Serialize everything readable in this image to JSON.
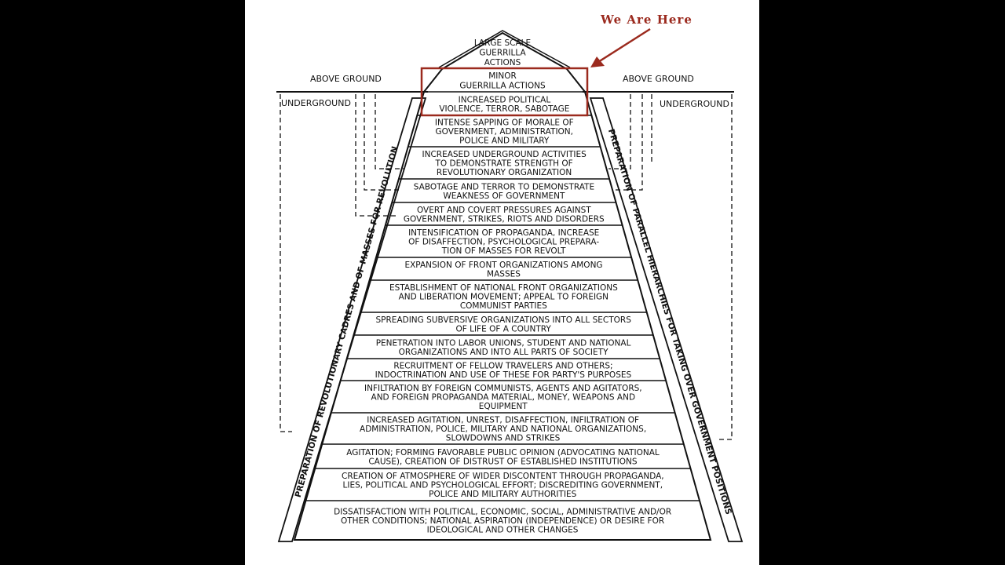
{
  "annotation": {
    "label": "We Are Here",
    "color": "#9b2a1e"
  },
  "labels": {
    "above_left": "ABOVE GROUND",
    "above_right": "ABOVE GROUND",
    "under_left": "UNDERGROUND",
    "under_right": "UNDERGROUND",
    "left_strip": "PREPARATION OF REVOLUTIONARY CADRES AND OF MASSES FOR REVOLUTION",
    "right_strip": "PREPARATION OF PARALLEL HIERARCHIES FOR TAKING OVER GOVERNMENT POSITIONS"
  },
  "apex": [
    "LARGE SCALE",
    "GUERRILLA",
    "ACTIONS"
  ],
  "minor": [
    "MINOR",
    "GUERRILLA ACTIONS"
  ],
  "stages": [
    [
      "INCREASED POLITICAL",
      "VIOLENCE, TERROR, SABOTAGE"
    ],
    [
      "INTENSE SAPPING OF MORALE OF",
      "GOVERNMENT, ADMINISTRATION,",
      "POLICE AND MILITARY"
    ],
    [
      "INCREASED UNDERGROUND ACTIVITIES",
      "TO DEMONSTRATE STRENGTH OF",
      "REVOLUTIONARY ORGANIZATION"
    ],
    [
      "SABOTAGE AND TERROR TO DEMONSTRATE",
      "WEAKNESS OF GOVERNMENT"
    ],
    [
      "OVERT AND COVERT PRESSURES AGAINST",
      "GOVERNMENT, STRIKES, RIOTS AND DISORDERS"
    ],
    [
      "INTENSIFICATION OF PROPAGANDA, INCREASE",
      "OF DISAFFECTION, PSYCHOLOGICAL PREPARA-",
      "TION OF MASSES FOR REVOLT"
    ],
    [
      "EXPANSION OF FRONT ORGANIZATIONS AMONG",
      "MASSES"
    ],
    [
      "ESTABLISHMENT OF NATIONAL FRONT ORGANIZATIONS",
      "AND LIBERATION MOVEMENT; APPEAL TO FOREIGN",
      "COMMUNIST PARTIES"
    ],
    [
      "SPREADING SUBVERSIVE ORGANIZATIONS INTO ALL SECTORS",
      "OF LIFE OF A COUNTRY"
    ],
    [
      "PENETRATION INTO LABOR UNIONS, STUDENT AND NATIONAL",
      "ORGANIZATIONS AND INTO ALL PARTS OF SOCIETY"
    ],
    [
      "RECRUITMENT OF FELLOW TRAVELERS AND OTHERS;",
      "INDOCTRINATION AND USE OF THESE FOR PARTY'S PURPOSES"
    ],
    [
      "INFILTRATION BY FOREIGN COMMUNISTS, AGENTS AND AGITATORS,",
      "AND FOREIGN PROPAGANDA MATERIAL, MONEY, WEAPONS AND",
      "EQUIPMENT"
    ],
    [
      "INCREASED AGITATION, UNREST, DISAFFECTION, INFILTRATION OF",
      "ADMINISTRATION, POLICE, MILITARY AND NATIONAL ORGANIZATIONS,",
      "SLOWDOWNS AND STRIKES"
    ],
    [
      "AGITATION; FORMING FAVORABLE PUBLIC OPINION (ADVOCATING NATIONAL",
      "CAUSE), CREATION OF DISTRUST OF ESTABLISHED INSTITUTIONS"
    ],
    [
      "CREATION OF ATMOSPHERE OF WIDER DISCONTENT THROUGH PROPAGANDA,",
      "LIES, POLITICAL AND PSYCHOLOGICAL EFFORT; DISCREDITING GOVERNMENT,",
      "POLICE AND MILITARY AUTHORITIES"
    ],
    [
      "DISSATISFACTION WITH POLITICAL, ECONOMIC, SOCIAL, ADMINISTRATIVE AND/OR",
      "OTHER CONDITIONS; NATIONAL ASPIRATION (INDEPENDENCE) OR DESIRE FOR",
      "IDEOLOGICAL AND OTHER CHANGES"
    ]
  ]
}
